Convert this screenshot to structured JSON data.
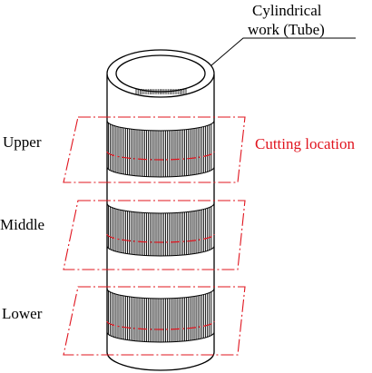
{
  "labels": {
    "work_line1": "Cylindrical",
    "work_line2": "work (Tube)",
    "upper": "Upper",
    "middle": "Middle",
    "lower": "Lower",
    "cutting_location": "Cutting location"
  },
  "colors": {
    "outline": "#000000",
    "cut": "#e0141e",
    "accent_text": "#e0141e"
  }
}
